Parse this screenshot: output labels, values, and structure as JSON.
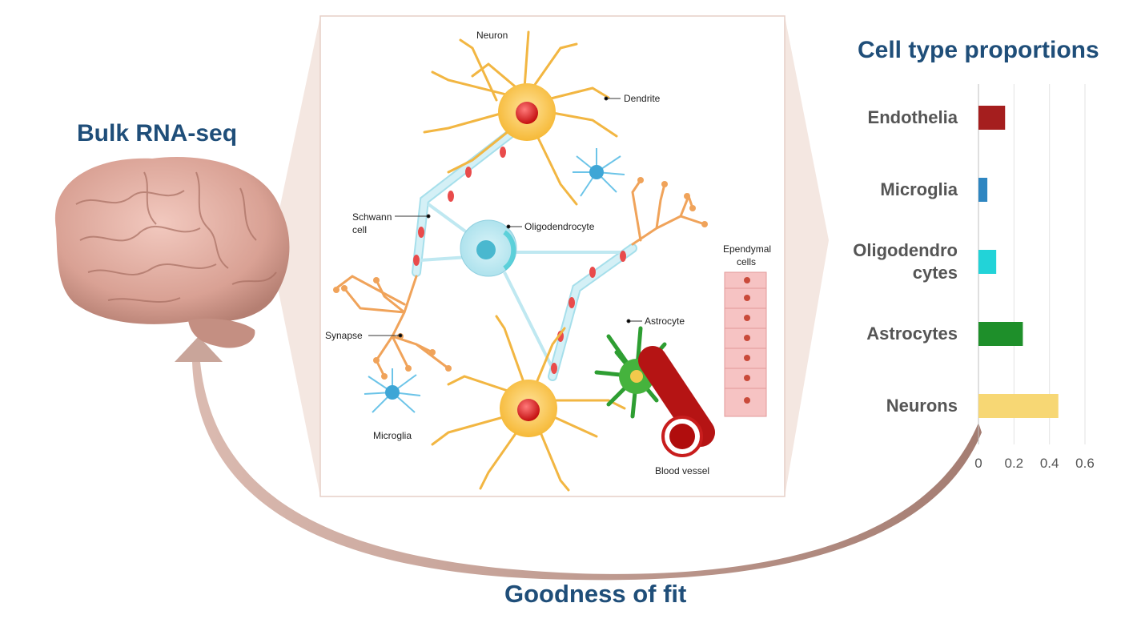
{
  "left_title": "Bulk RNA-seq",
  "bottom_title": "Goodness of fit",
  "diagram_labels": {
    "neuron": "Neuron",
    "dendrite": "Dendrite",
    "schwann_line1": "Schwann",
    "schwann_line2": "cell",
    "oligodendrocyte": "Oligodendrocyte",
    "ependymal_line1": "Ependymal",
    "ependymal_line2": "cells",
    "synapse": "Synapse",
    "astrocyte": "Astrocyte",
    "microglia": "Microglia",
    "blood_vessel": "Blood vessel"
  },
  "colors": {
    "title": "#1f4e79",
    "arrow": "#c9a59a",
    "endothelia": "#a51e1e",
    "microglia": "#2e86c1",
    "oligodendrocytes": "#22d3d8",
    "astrocytes": "#1e8f2a",
    "neurons": "#f7d774"
  },
  "chart_data": {
    "type": "bar",
    "orientation": "horizontal",
    "title": "Cell type proportions",
    "categories": [
      "Endothelia",
      "Microglia",
      "Oligodendro cytes",
      "Astrocytes",
      "Neurons"
    ],
    "values": [
      0.15,
      0.05,
      0.1,
      0.25,
      0.45
    ],
    "xlim": [
      0,
      0.6
    ],
    "xticks": [
      "0",
      "0.2",
      "0.4",
      "0.6"
    ],
    "grid": true,
    "legend": "none"
  }
}
